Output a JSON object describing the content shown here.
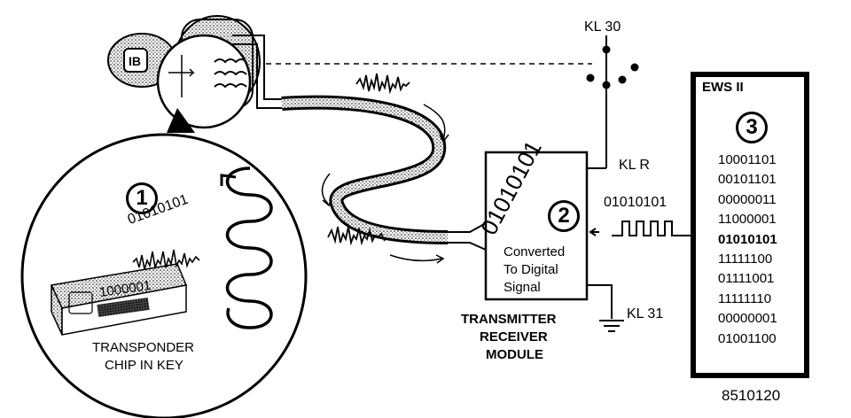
{
  "labels": {
    "kl30": "KL 30",
    "klr": "KL R",
    "kl31": "KL 31",
    "ews": "EWS II",
    "num1": "1",
    "num2": "2",
    "num3": "3",
    "key_code": "01010101",
    "tx_code": "01010101",
    "tx_signal_digits": "01010101",
    "chip_text": "1000001",
    "converted_line1": "Converted",
    "converted_line2": "To Digital",
    "converted_line3": "Signal",
    "module_line1": "TRANSMITTER",
    "module_line2": "RECEIVER",
    "module_line3": "MODULE",
    "transponder_line1": "TRANSPONDER",
    "transponder_line2": "CHIP IN KEY",
    "figure_number": "8510120"
  },
  "ews_codes": [
    "10001101",
    "00101101",
    "00000011",
    "11000001",
    "01010101",
    "11111100",
    "01111001",
    "11111110",
    "00000001",
    "01001100"
  ],
  "ews_highlight_index": 4
}
